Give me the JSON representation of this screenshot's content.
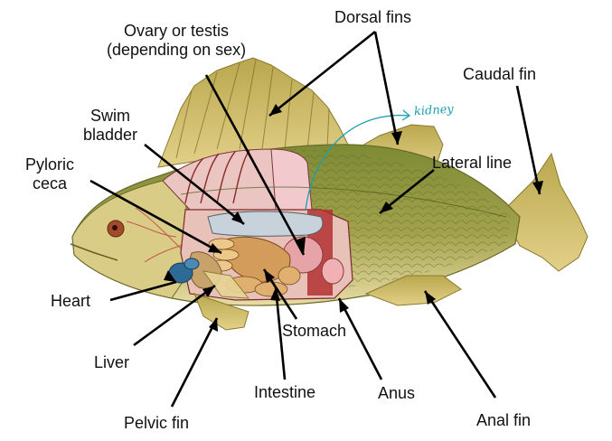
{
  "labels": {
    "ovary": [
      "Ovary or testis",
      "(depending on sex)"
    ],
    "dorsal_fins": "Dorsal fins",
    "caudal_fin": "Caudal fin",
    "swim_bladder": [
      "Swim",
      "bladder"
    ],
    "pyloric_ceca": [
      "Pyloric",
      "ceca"
    ],
    "lateral_line": "Lateral line",
    "heart": "Heart",
    "liver": "Liver",
    "stomach": "Stomach",
    "intestine": "Intestine",
    "anus": "Anus",
    "pelvic_fin": "Pelvic fin",
    "anal_fin": "Anal fin"
  },
  "annotation": "kidney",
  "colors": {
    "body": "#8c9a3e",
    "fins": "#c9b55a",
    "belly": "#efe3b0",
    "cavity": "#e6b6b8",
    "heart": "#2d6b96",
    "handwriting": "#1a9fb0"
  }
}
